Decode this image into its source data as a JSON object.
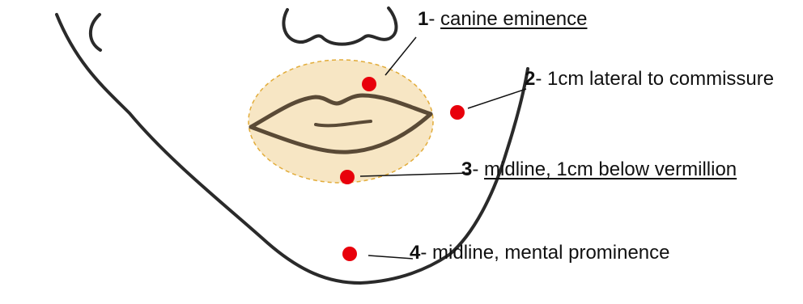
{
  "colors": {
    "background": "#ffffff",
    "outline": "#2a2a2a",
    "lip_outline": "#5a4a36",
    "lip_region_fill": "#f7e6c4",
    "lip_region_border": "#e2ac3a",
    "injection_point": "#e8000b",
    "leader_line": "#111111"
  },
  "points": [
    {
      "number": "1",
      "separator": "- ",
      "text": "canine eminence",
      "underlined": true
    },
    {
      "number": "2",
      "separator": "- ",
      "text": "1cm lateral to commissure",
      "underlined": false
    },
    {
      "number": "3",
      "separator": "- ",
      "text": "midline, 1cm below vermillion",
      "underlined": true
    },
    {
      "number": "4",
      "separator": "- ",
      "text": "midline, mental prominence",
      "underlined": false
    }
  ]
}
